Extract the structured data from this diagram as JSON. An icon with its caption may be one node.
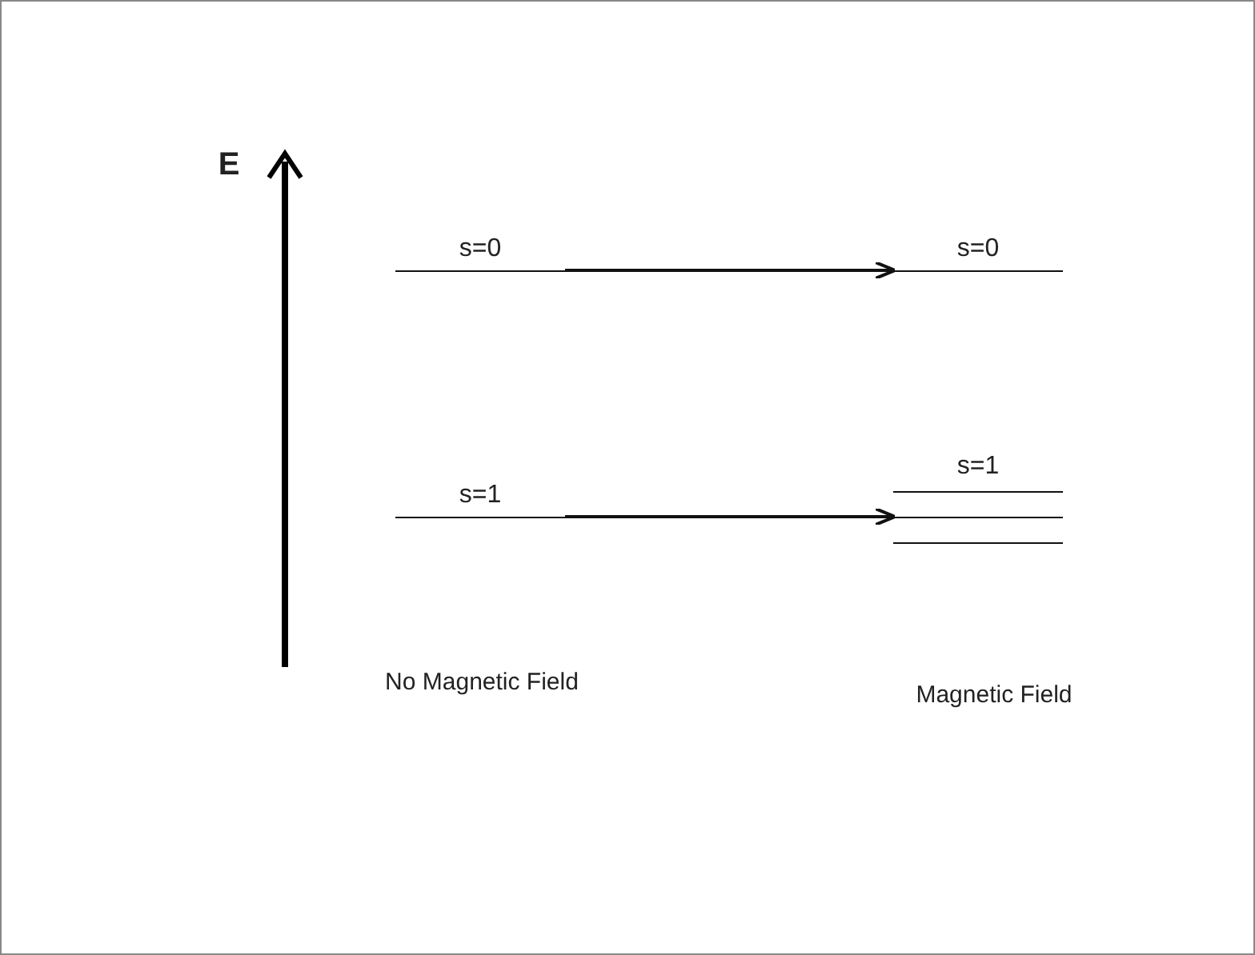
{
  "diagram": {
    "nodes": [
      {
        "text": [
          "s=0"
        ]
      },
      {
        "text": [
          "s=0"
        ]
      },
      {
        "text": [
          "s=1"
        ]
      },
      {
        "text": [
          "s=1"
        ]
      }
    ],
    "edges": [
      {
        "from": 0,
        "to": 1,
        "arrow": "to"
      },
      {
        "from": 2,
        "to": 3,
        "arrow": "to"
      }
    ],
    "labels": [
      "E",
      "No Magnetic Field",
      "Magnetic Field"
    ]
  }
}
